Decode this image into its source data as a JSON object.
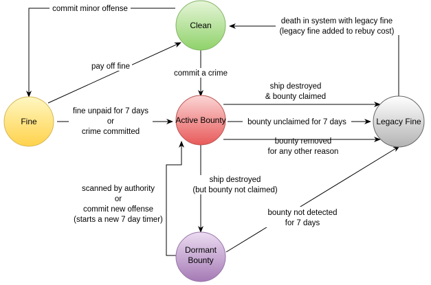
{
  "nodes": {
    "clean": {
      "label": "Clean"
    },
    "fine": {
      "label": "Fine"
    },
    "active_bounty": {
      "label": "Active Bounty"
    },
    "legacy_fine": {
      "label": "Legacy Fine"
    },
    "dormant_bounty": {
      "lines": [
        "Dormant",
        "Bounty"
      ]
    }
  },
  "edges": {
    "clean_to_fine": {
      "lines": [
        "commit minor offense"
      ]
    },
    "fine_to_clean": {
      "lines": [
        "pay off fine"
      ]
    },
    "clean_to_active": {
      "lines": [
        "commit a crime"
      ]
    },
    "fine_to_active": {
      "lines": [
        "fine unpaid for 7 days",
        "or",
        "crime committed"
      ]
    },
    "legacy_to_clean": {
      "lines": [
        "death in system with legacy fine",
        "(legacy fine added to rebuy cost)"
      ]
    },
    "active_to_legacy_destroyed": {
      "lines": [
        "ship destroyed",
        "& bounty claimed"
      ]
    },
    "active_to_legacy_unclaimed": {
      "lines": [
        "bounty unclaimed  for 7 days"
      ]
    },
    "active_to_legacy_removed": {
      "lines": [
        "bounty removed",
        "for any other reason"
      ]
    },
    "active_to_dormant": {
      "lines": [
        "ship destroyed",
        "(but bounty not claimed)"
      ]
    },
    "dormant_to_active": {
      "lines": [
        "scanned by authority",
        "or",
        "commit new offense",
        "(starts a new 7 day timer)"
      ]
    },
    "dormant_to_legacy": {
      "lines": [
        "bounty not detected",
        "for 7 days"
      ]
    }
  },
  "colors": {
    "clean_fill_top": "#e6f5d8",
    "clean_fill_bottom": "#8fd26a",
    "clean_stroke": "#82b366",
    "fine_fill_top": "#fff7c2",
    "fine_fill_bottom": "#ffd24a",
    "fine_stroke": "#d6b656",
    "active_fill_top": "#fbd5d5",
    "active_fill_bottom": "#e85a5a",
    "active_stroke": "#b85450",
    "legacy_fill_top": "#ffffff",
    "legacy_fill_bottom": "#b3b3b3",
    "legacy_stroke": "#666666",
    "dormant_fill_top": "#ecdcf2",
    "dormant_fill_bottom": "#a57ab5",
    "dormant_stroke": "#9673a6"
  }
}
